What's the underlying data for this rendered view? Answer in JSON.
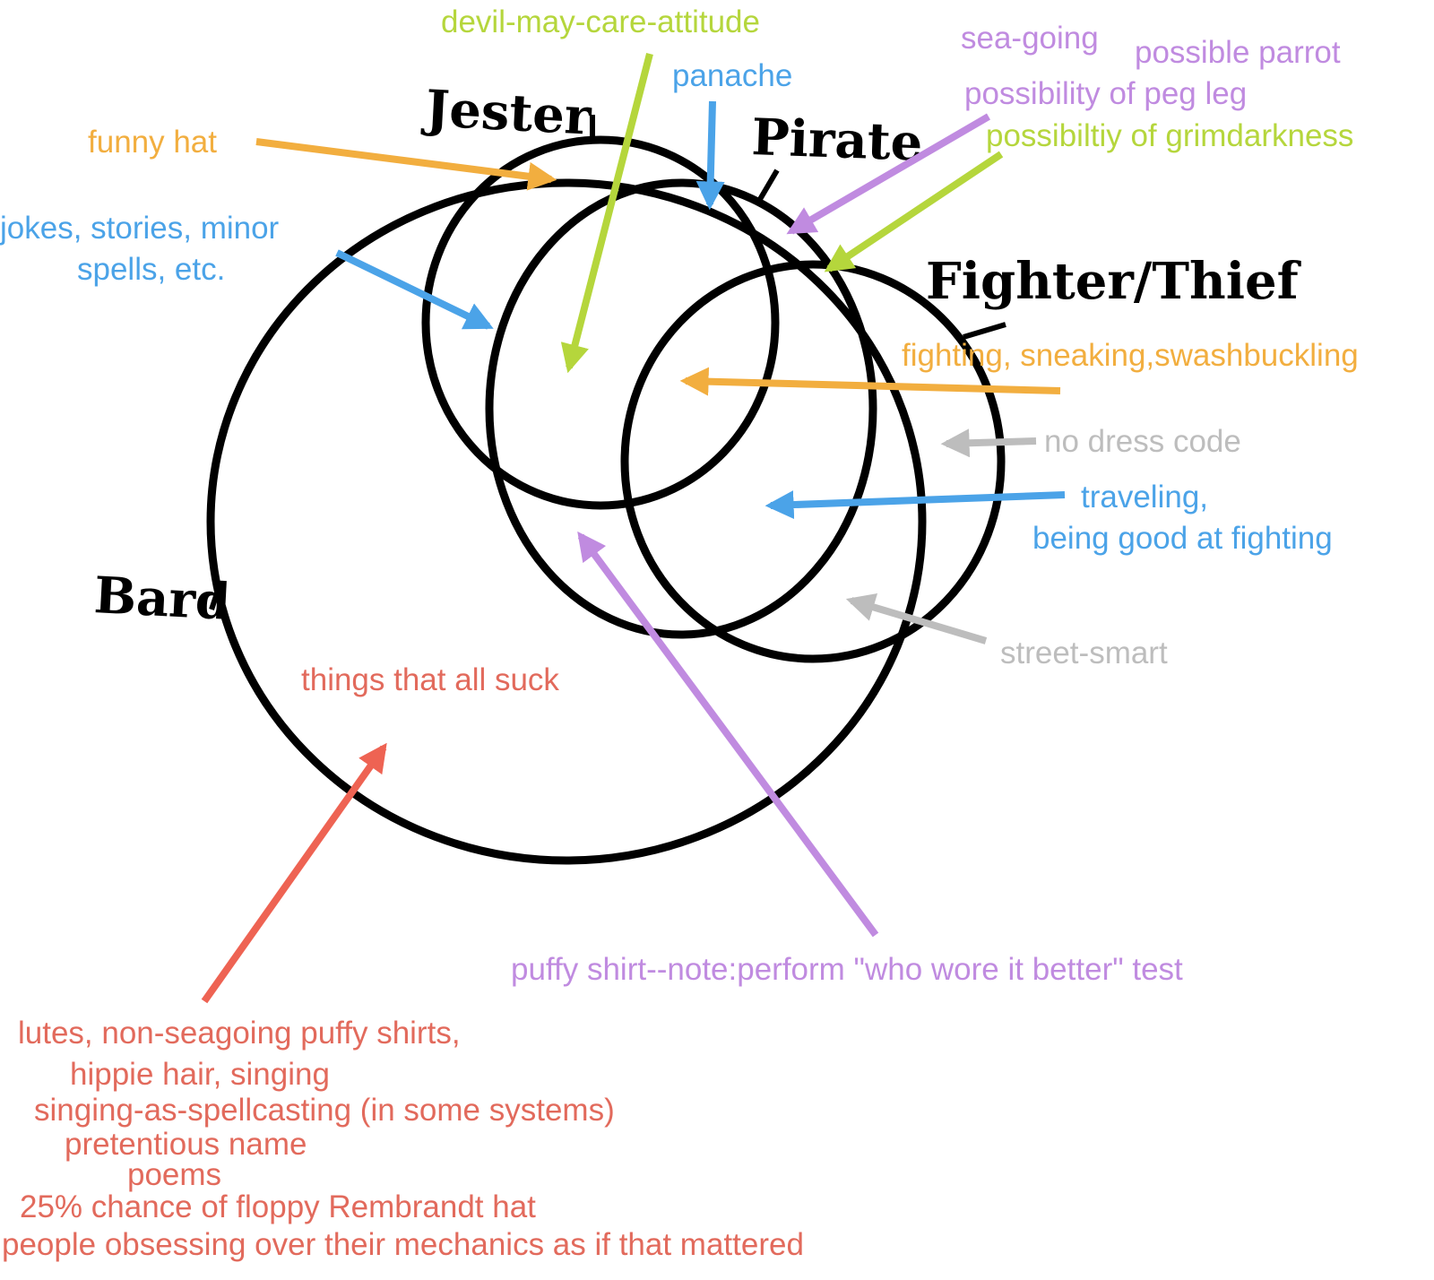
{
  "sets": {
    "jester": "Jester",
    "pirate": "Pirate",
    "fighter_thief": "Fighter/Thief",
    "bard": "Bard"
  },
  "labels": {
    "devil_may_care": "devil-may-care-attitude",
    "panache": "panache",
    "sea_going": "sea-going",
    "possible_parrot": "possible parrot",
    "peg_leg": "possibility of peg leg",
    "grimdarkness": "possibiltiy of grimdarkness",
    "funny_hat": "funny hat",
    "jokes_line1": "jokes, stories, minor",
    "jokes_line2": "spells, etc.",
    "fighting_sneaking": "fighting, sneaking,swashbuckling",
    "no_dress_code": "no dress code",
    "traveling_line1": "traveling,",
    "traveling_line2": "being good at fighting",
    "street_smart": "street-smart",
    "things_that_suck": "things that all suck",
    "puffy_shirt": "puffy shirt--note:perform \"who wore it better\" test",
    "bard_lines": [
      "lutes, non-seagoing puffy shirts,",
      "hippie hair, singing",
      "singing-as-spellcasting (in some systems)",
      "pretentious name",
      "poems",
      "25% chance of floppy Rembrandt hat",
      "people obsessing over their mechanics as if that mattered"
    ]
  },
  "colors": {
    "green": "#B5D63C",
    "blue": "#4BA3E8",
    "purple": "#C08BE0",
    "orange": "#F2AE3F",
    "gray": "#BDBDBD",
    "red": "#EE6353",
    "red_text": "#E26A5C",
    "black": "#000000"
  }
}
